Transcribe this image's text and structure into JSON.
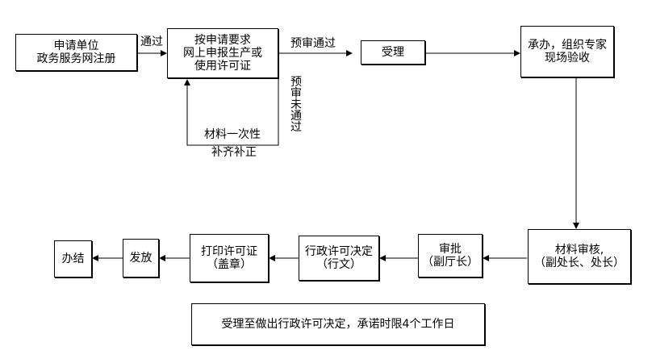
{
  "boxes": {
    "register": [
      "申请单位",
      "政务服务网注册"
    ],
    "apply": [
      "按申请要求",
      "网上申报生产或",
      "使用许可证"
    ],
    "accept": [
      "受理"
    ],
    "expert": [
      "承办，组织专家",
      "现场验收"
    ],
    "review": [
      "材料审核,",
      "（副处长、处长）"
    ],
    "approve": [
      "审批",
      "（副厅长）"
    ],
    "decide": [
      "行政许可决定",
      "（行文）"
    ],
    "print": [
      "打印许可证",
      "（盖章）"
    ],
    "issue": [
      "发放"
    ],
    "finish": [
      "办结"
    ]
  },
  "labels": {
    "pass": "通过",
    "pre_pass": "预审通过",
    "pre_fail": "预审未通过",
    "supplement_1": "材料一次性",
    "supplement_2": "补齐补正"
  },
  "note": "受理至做出行政许可决定，承诺时限4个工作日"
}
